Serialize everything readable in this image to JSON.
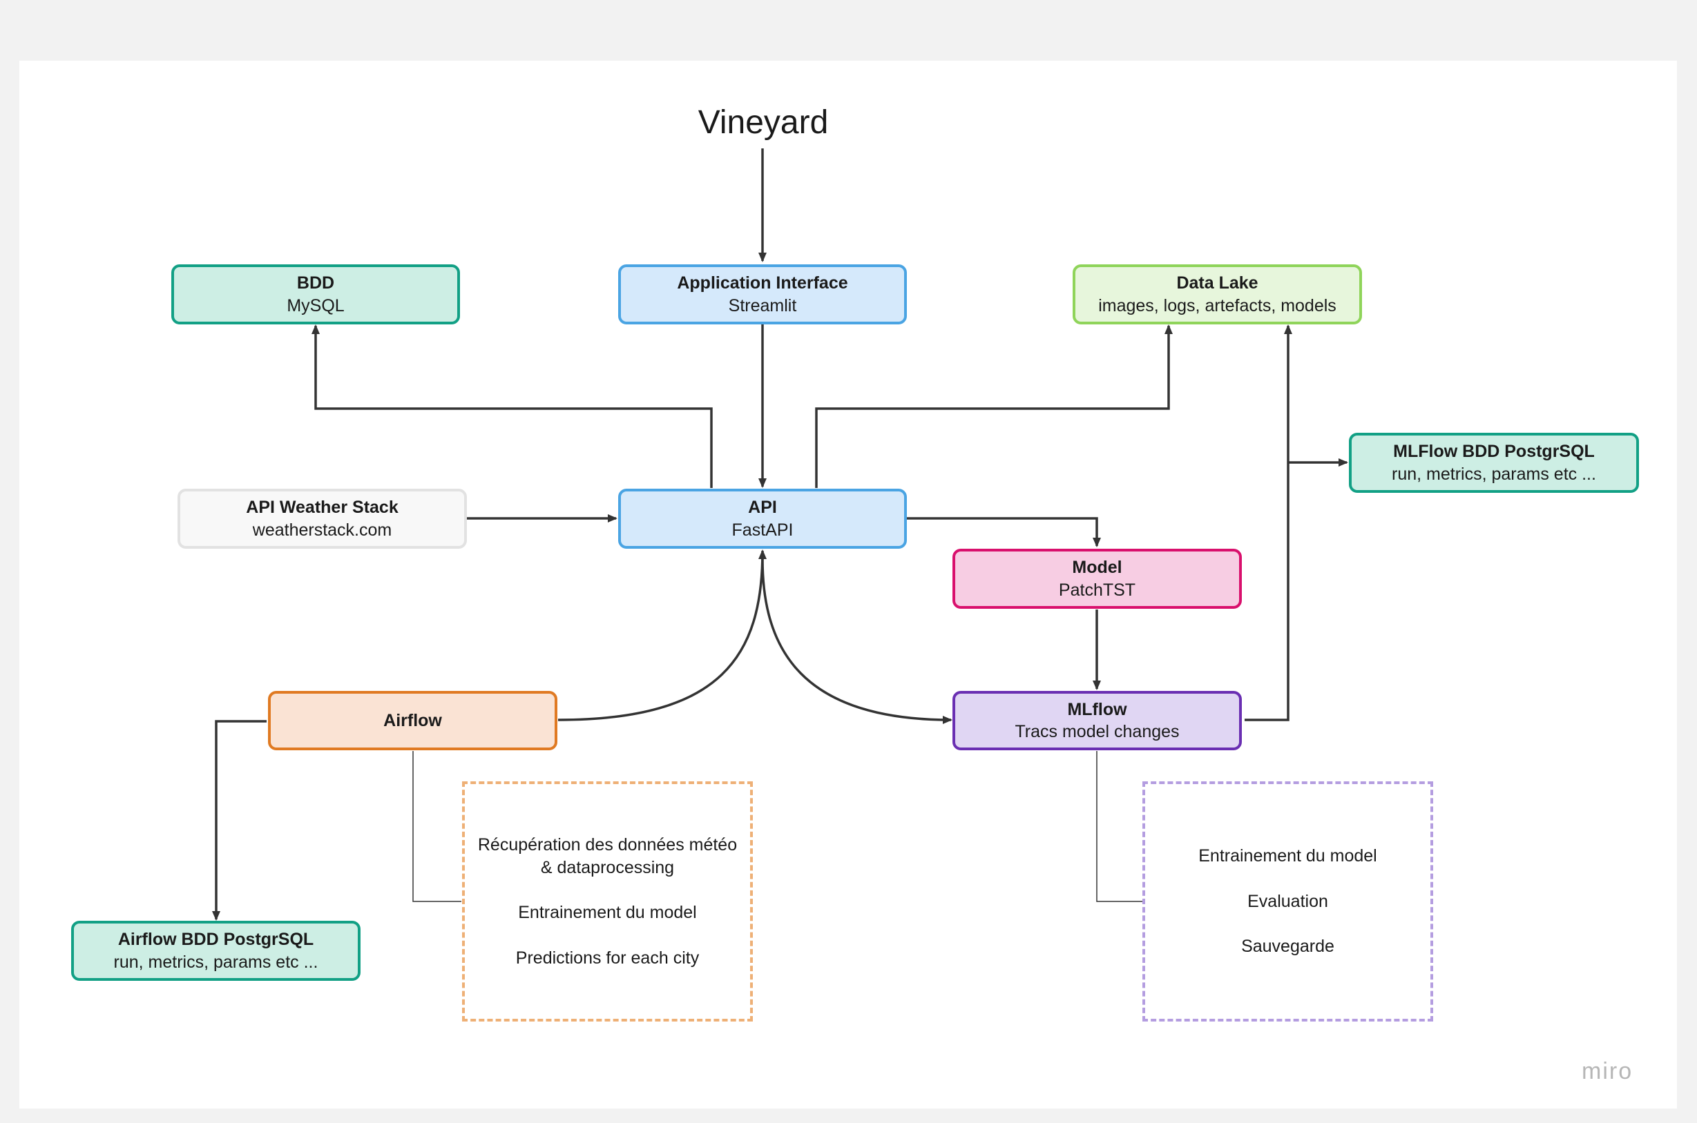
{
  "title": "Vineyard",
  "watermark": "miro",
  "nodes": {
    "bdd": {
      "title": "BDD",
      "subtitle": "MySQL"
    },
    "app": {
      "title": "Application Interface",
      "subtitle": "Streamlit"
    },
    "datalake": {
      "title": "Data Lake",
      "subtitle": "images, logs, artefacts, models"
    },
    "mlflow_bdd": {
      "title": "MLFlow BDD  PostgrSQL",
      "subtitle": "run, metrics, params etc ..."
    },
    "weather": {
      "title": "API Weather Stack",
      "subtitle": "weatherstack.com"
    },
    "api": {
      "title": "API",
      "subtitle": "FastAPI"
    },
    "model": {
      "title": "Model",
      "subtitle": "PatchTST"
    },
    "airflow": {
      "title": "Airflow"
    },
    "mlflow": {
      "title": "MLflow",
      "subtitle": "Tracs model changes"
    },
    "airflow_bdd": {
      "title": "Airflow BDD PostgrSQL",
      "subtitle": "run, metrics, params etc ..."
    }
  },
  "airflow_tasks": {
    "line1": "Récupération des données météo",
    "line2": "& dataprocessing",
    "line3": "Entrainement du model",
    "line4": "Predictions for each city"
  },
  "mlflow_tasks": {
    "line1": "Entrainement du model",
    "line2": "Evaluation",
    "line3": "Sauvegarde"
  },
  "colors": {
    "teal_fill": "#cdeee4",
    "teal_border": "#12a085",
    "blue_fill": "#d5e9fb",
    "blue_border": "#4aa4e3",
    "green_fill": "#e7f6dc",
    "green_border": "#8fd45a",
    "gray_fill": "#f8f8f8",
    "gray_border": "#e2e2e2",
    "pink_fill": "#f7cde3",
    "pink_border": "#d9106d",
    "orange_fill": "#fae3d4",
    "orange_border": "#e07a22",
    "purple_fill": "#e0d6f3",
    "purple_border": "#6a2fb2",
    "orange_dash": "#eeb076",
    "purple_dash": "#b49de0",
    "connector": "#333333"
  }
}
